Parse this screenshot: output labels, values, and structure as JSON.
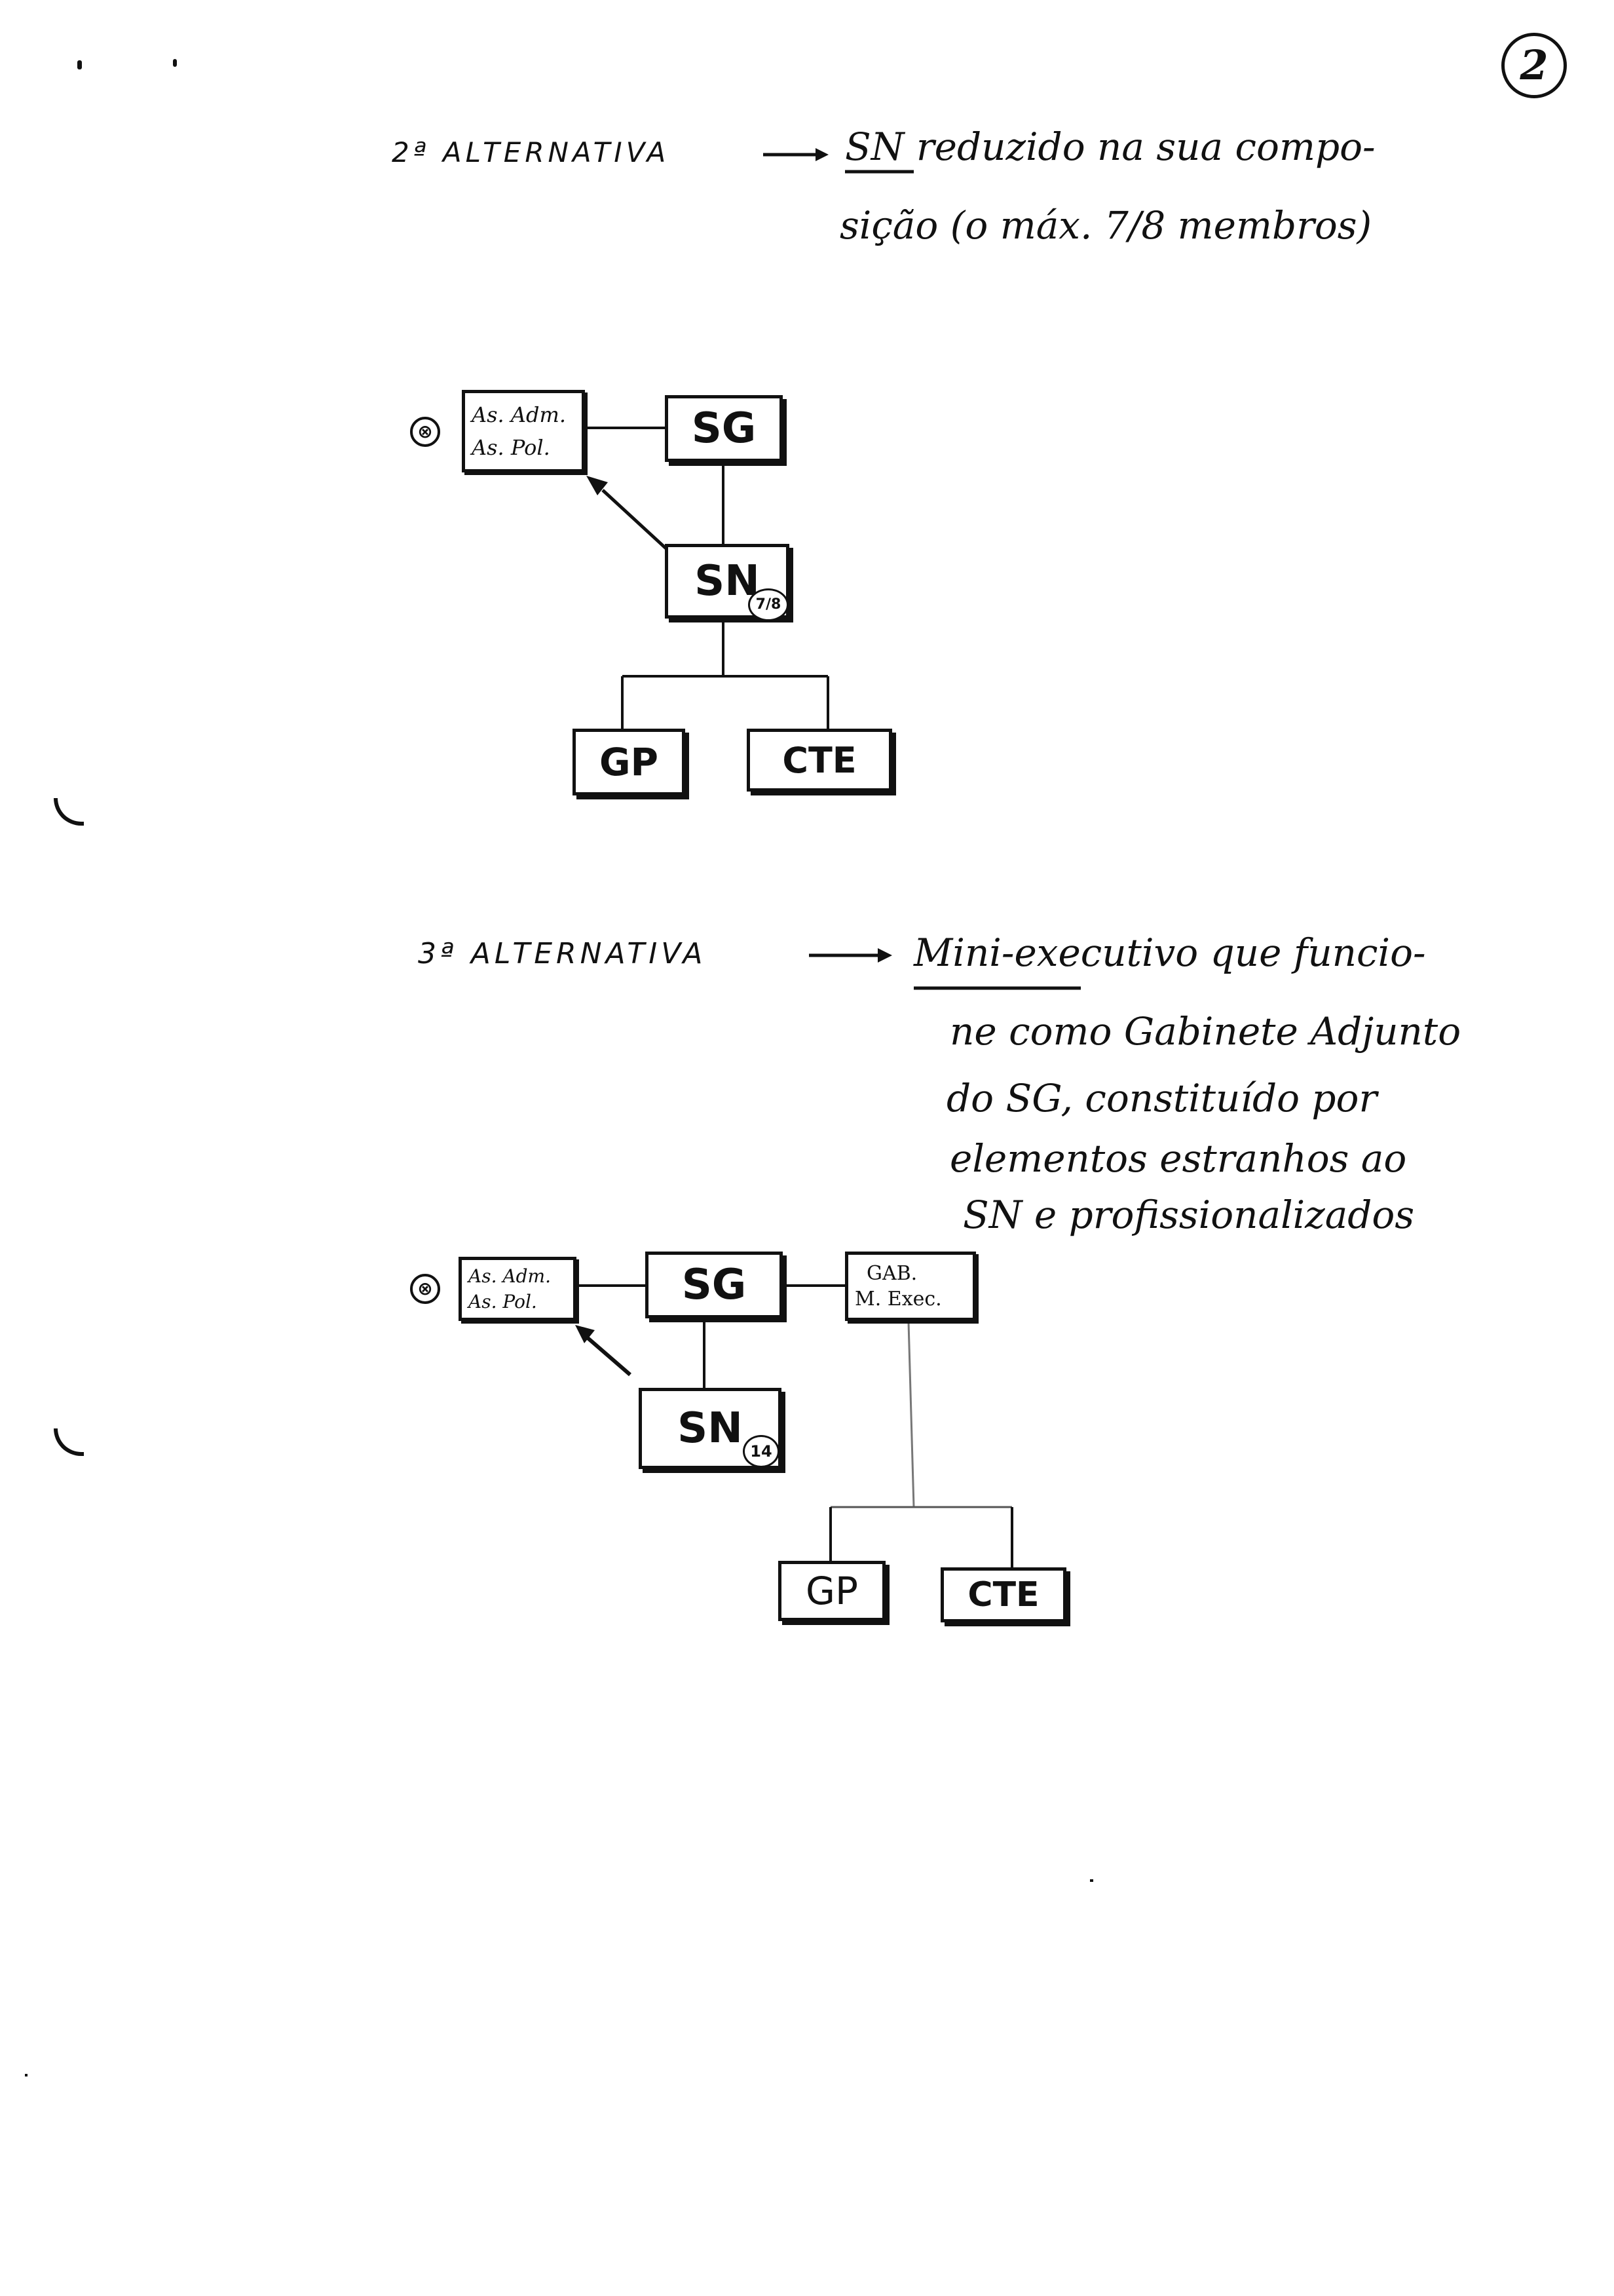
{
  "page_number": "2",
  "section2": {
    "heading": "2ª ALTERNATIVA",
    "note_line1": "SN reduzido na sua compo-",
    "note_line2": "sição (o máx. 7/8 membros)",
    "diagram": {
      "advisors_line1": "As. Adm.",
      "advisors_line2": "As. Pol.",
      "marker": "⊗",
      "sg": "SG",
      "sn": "SN",
      "sn_badge": "7/8",
      "gp": "GP",
      "cte": "CTE"
    }
  },
  "section3": {
    "heading": "3ª ALTERNATIVA",
    "note_lines": [
      "Mini-executivo que funcio-",
      "ne como Gabinete Adjunto",
      "do SG, constituído por",
      "elementos estranhos ao",
      "SN e profissionalizados"
    ],
    "diagram": {
      "advisors_line1": "As. Adm.",
      "advisors_line2": "As. Pol.",
      "marker": "⊗",
      "sg": "SG",
      "gab_line1": "GAB.",
      "gab_line2": "M. Exec.",
      "sn": "SN",
      "sn_badge": "14",
      "gp": "GP",
      "cte": "CTE"
    }
  }
}
